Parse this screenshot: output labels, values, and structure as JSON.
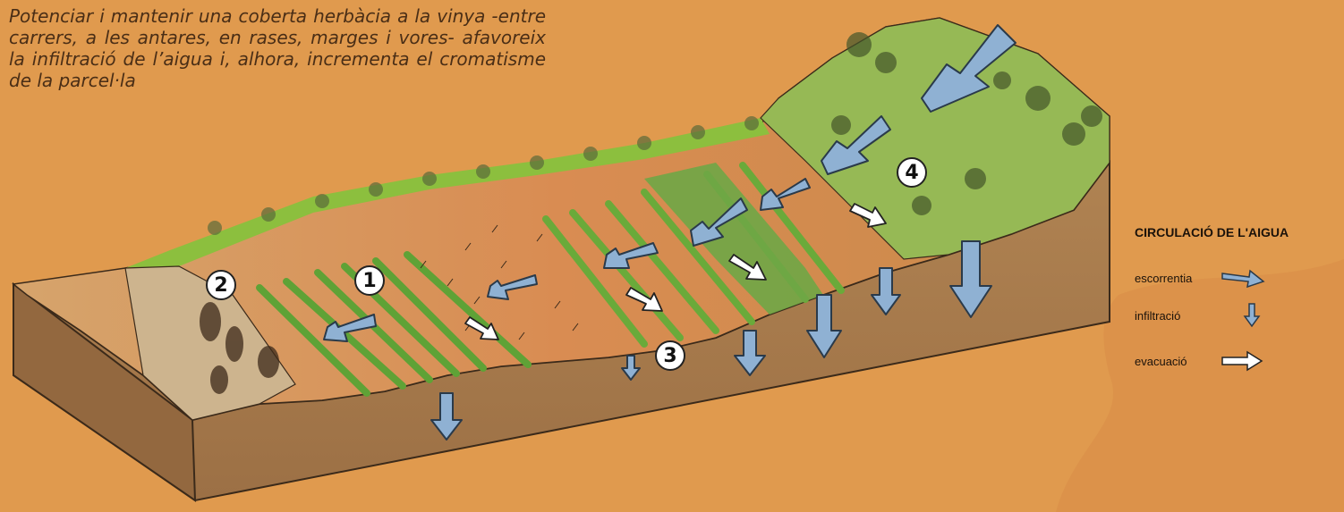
{
  "intro_text": "Potenciar i mantenir una coberta herbàcia a la vinya -entre carrers, a les antares, en rases, marges i vores- afavoreix la infiltració de l’aigua i, alhora, incrementa el cromatisme de la parcel·la",
  "legend": {
    "title": "CIRCULACIÓ DE L'AIGUA",
    "items": [
      {
        "label": "escorrentia",
        "arrow": "runoff-arrow-icon",
        "color": "#8fb1d3"
      },
      {
        "label": "infiltració",
        "arrow": "infiltration-arrow-icon",
        "color": "#8fb1d3"
      },
      {
        "label": "evacuació",
        "arrow": "drainage-arrow-icon",
        "color": "#ffffff"
      }
    ]
  },
  "markers": [
    "1",
    "2",
    "3",
    "4"
  ],
  "colors": {
    "background": "#e09a4e",
    "soil_front": "#a57a4b",
    "soil_top": "#d9935a",
    "grass": "#7fb24a",
    "water_arrow": "#8fb1d3",
    "evacuation_arrow": "#ffffff"
  }
}
